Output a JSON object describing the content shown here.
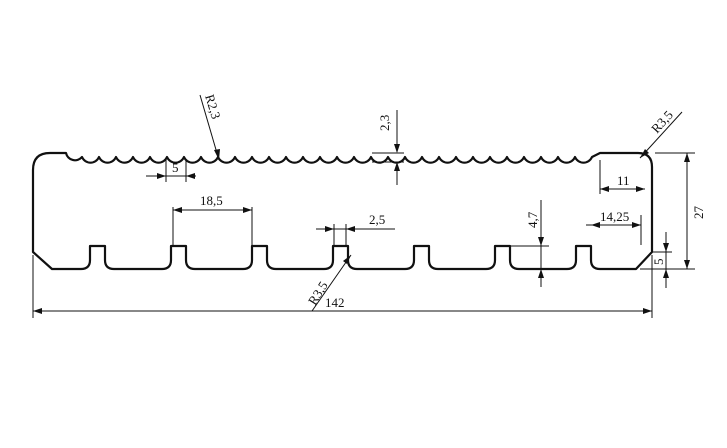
{
  "drawing": {
    "labels": {
      "groove_radius": "R2,3",
      "groove_depth": "2,3",
      "groove_pitch": "5",
      "top_corner_radius": "R3,5",
      "rail_width": "11",
      "height": "27",
      "channel_width": "18,5",
      "slot_width": "2,5",
      "slot_depth": "4,7",
      "side_offset": "14,25",
      "bottom_chamfer": "5",
      "bottom_radius": "R3,5",
      "total_width": "142"
    }
  }
}
